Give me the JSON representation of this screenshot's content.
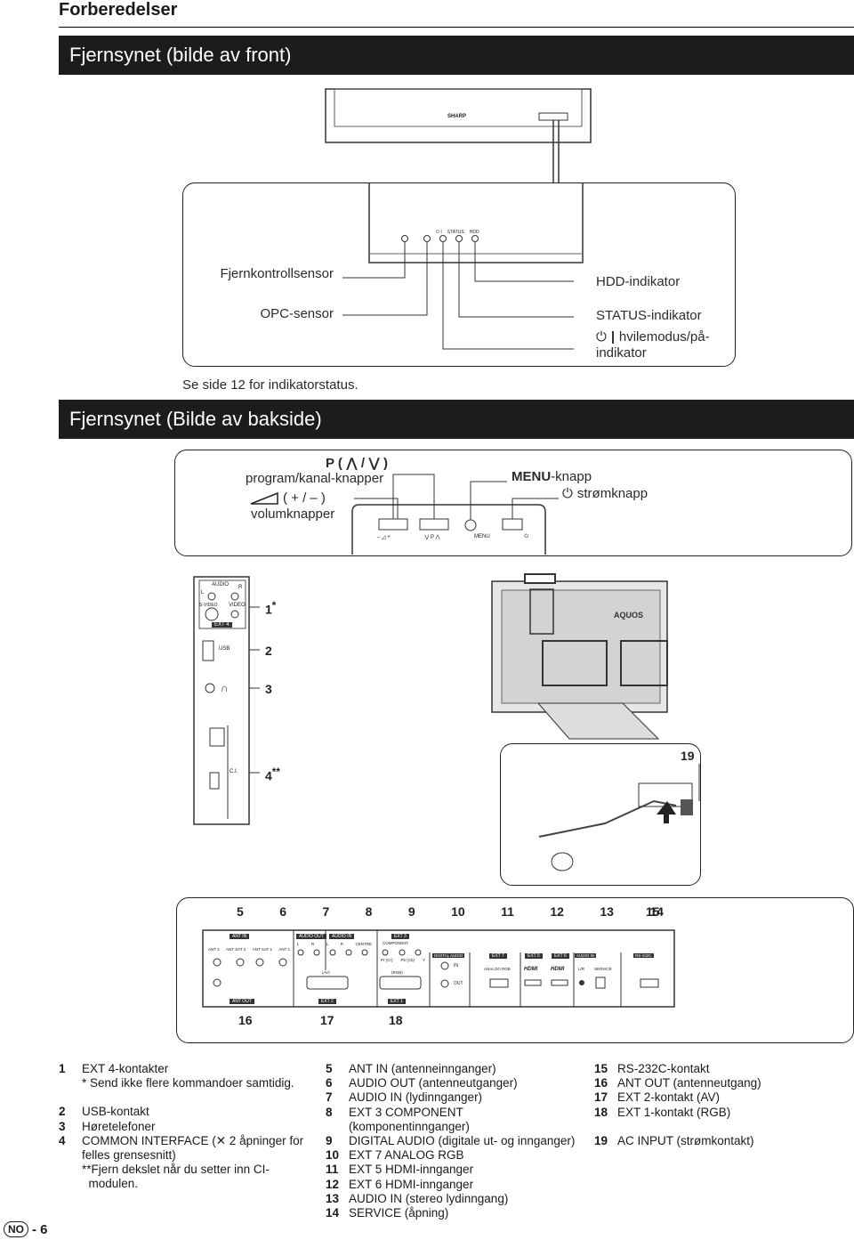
{
  "header": {
    "section": "Forberedelser"
  },
  "front": {
    "banner": "Fjernsynet (bilde av front)",
    "brand": "SHARP",
    "panel_marks": [
      "⏻ I",
      "STATUS",
      "HDD"
    ],
    "labels": {
      "remote_sensor": "Fjernkontrollsensor",
      "opc_sensor": "OPC-sensor",
      "hdd": "HDD-indikator",
      "status": "STATUS-indikator",
      "standby": "hvilemodus/på-",
      "standby2": "indikator"
    },
    "note": "Se side 12 for indikatorstatus."
  },
  "back": {
    "banner": "Fjernsynet (Bilde av bakside)",
    "p_label": "P ( ⋀ / ⋁ )",
    "program_label": "program/kanal-knapper",
    "vol_label": "( + / – )",
    "vol_text": "volumknapper",
    "menu_bold": "MENU",
    "menu_rest": "-knapp",
    "power_label": "strømknapp",
    "panel_buttons": [
      "– ◿ +",
      "⋁ P ⋀",
      "MENU",
      "⏻"
    ],
    "side_panel": {
      "audio": "AUDIO",
      "l": "L",
      "r": "R",
      "svideo": "S-VIDEO",
      "video": "VIDEO",
      "ext4": "EXT 4",
      "usb": "USB",
      "ci": "C.I.",
      "callouts": [
        "1",
        "*",
        "2",
        "3",
        "4",
        "**"
      ]
    },
    "brand": "AQUOS",
    "callout_19": "19",
    "terminal": {
      "top_numbers": [
        "5",
        "6",
        "7",
        "8",
        "9",
        "10",
        "11",
        "12",
        "13",
        "14",
        "15"
      ],
      "bottom_numbers": [
        "16",
        "17",
        "18"
      ],
      "ant_in": "ANT IN",
      "ant_ports": [
        "ANT 2",
        "ANT SAT 2",
        "ANT SAT 1",
        "ANT 1"
      ],
      "ant_out": "ANT OUT",
      "audio_out": "AUDIO OUT",
      "audio_in": "AUDIO IN",
      "ext3": "EXT 3",
      "component": "COMPONENT",
      "comp_ports": [
        "Pr (Cr)",
        "Pb (Cb)",
        "Y"
      ],
      "lr": [
        "L",
        "R",
        "L",
        "R",
        "CENTRE"
      ],
      "av": "(AV)",
      "rgb": "(RGB)",
      "ext2": "EXT 2",
      "ext1": "EXT 1",
      "digital_audio": "DIGITAL AUDIO",
      "in": "IN",
      "out": "OUT",
      "ext7": "EXT 7",
      "analog_rgb": "ANALOG RGB",
      "ext5": "EXT 5",
      "ext6": "EXT 6",
      "hdmi": "HDMI",
      "audio_in2": "AUDIO IN",
      "lr2": "L/R",
      "service": "SERVICE",
      "rs232c": "RS-232C"
    }
  },
  "legend": {
    "col1": [
      {
        "n": "1",
        "t": "EXT 4-kontakter"
      },
      {
        "n": "",
        "t": "* Send ikke flere kommandoer samtidig."
      },
      {
        "n": "",
        "t": ""
      },
      {
        "n": "2",
        "t": "USB-kontakt"
      },
      {
        "n": "3",
        "t": "Høretelefoner"
      },
      {
        "n": "4",
        "t": "COMMON INTERFACE (✕ 2 åpninger for"
      },
      {
        "n": "",
        "t": "felles grensesnitt)"
      },
      {
        "n": "",
        "t": "**Fjern dekslet når du setter inn CI-"
      },
      {
        "n": "",
        "t": "  modulen."
      }
    ],
    "col2": [
      {
        "n": "5",
        "t": "ANT IN (antenneinnganger)"
      },
      {
        "n": "6",
        "t": "AUDIO OUT (antenneutganger)"
      },
      {
        "n": "7",
        "t": "AUDIO IN (lydinnganger)"
      },
      {
        "n": "8",
        "t": "EXT 3 COMPONENT"
      },
      {
        "n": "",
        "t": "(komponentinnganger)"
      },
      {
        "n": "9",
        "t": "DIGITAL AUDIO (digitale ut- og innganger)"
      },
      {
        "n": "10",
        "t": "EXT 7 ANALOG RGB"
      },
      {
        "n": "11",
        "t": "EXT 5 HDMI-innganger"
      },
      {
        "n": "12",
        "t": "EXT 6 HDMI-innganger"
      },
      {
        "n": "13",
        "t": "AUDIO IN (stereo lydinngang)"
      },
      {
        "n": "14",
        "t": "SERVICE (åpning)"
      }
    ],
    "col3": [
      {
        "n": "15",
        "t": "RS-232C-kontakt"
      },
      {
        "n": "16",
        "t": "ANT OUT (antenneutgang)"
      },
      {
        "n": "17",
        "t": "EXT 2-kontakt (AV)"
      },
      {
        "n": "18",
        "t": "EXT 1-kontakt (RGB)"
      },
      {
        "n": "",
        "t": ""
      },
      {
        "n": "19",
        "t": "AC INPUT (strømkontakt)"
      }
    ]
  },
  "footer": {
    "region": "NO",
    "page": "- 6"
  }
}
